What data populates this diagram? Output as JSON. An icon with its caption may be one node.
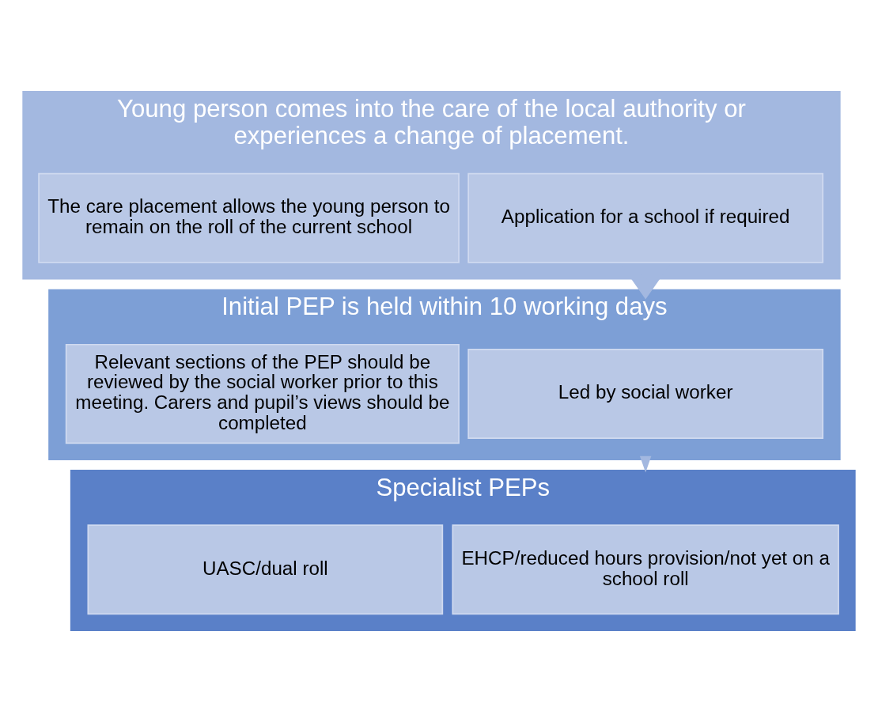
{
  "diagram": {
    "nodes": [
      {
        "text": [
          "Young person comes into the care of the local authority or experiences a change of placement."
        ]
      },
      {
        "text": [
          "Application for a school if required"
        ],
        "in": 0
      },
      {
        "text": [
          "The care placement allows the young person to remain on the roll of the current school"
        ],
        "in": 0
      },
      {
        "text": [
          "Initial PEP is held within 10 working days"
        ]
      },
      {
        "text": [
          "Led by social worker"
        ],
        "in": 3
      },
      {
        "text": [
          "Relevant sections of the PEP should be reviewed by the social worker prior to this meeting. Carers and pupil’s views should be completed"
        ],
        "in": 3
      },
      {
        "text": [
          "Specialist PEPs"
        ]
      },
      {
        "text": [
          "EHCP/reduced hours provision/not yet on a school roll"
        ],
        "in": 6
      },
      {
        "text": [
          "UASC/dual roll"
        ],
        "in": 6
      }
    ],
    "edges": [
      {
        "from": 0,
        "to": 3,
        "arrow": "to",
        "style": "thick"
      },
      {
        "from": 3,
        "to": 6,
        "arrow": "to"
      }
    ]
  }
}
